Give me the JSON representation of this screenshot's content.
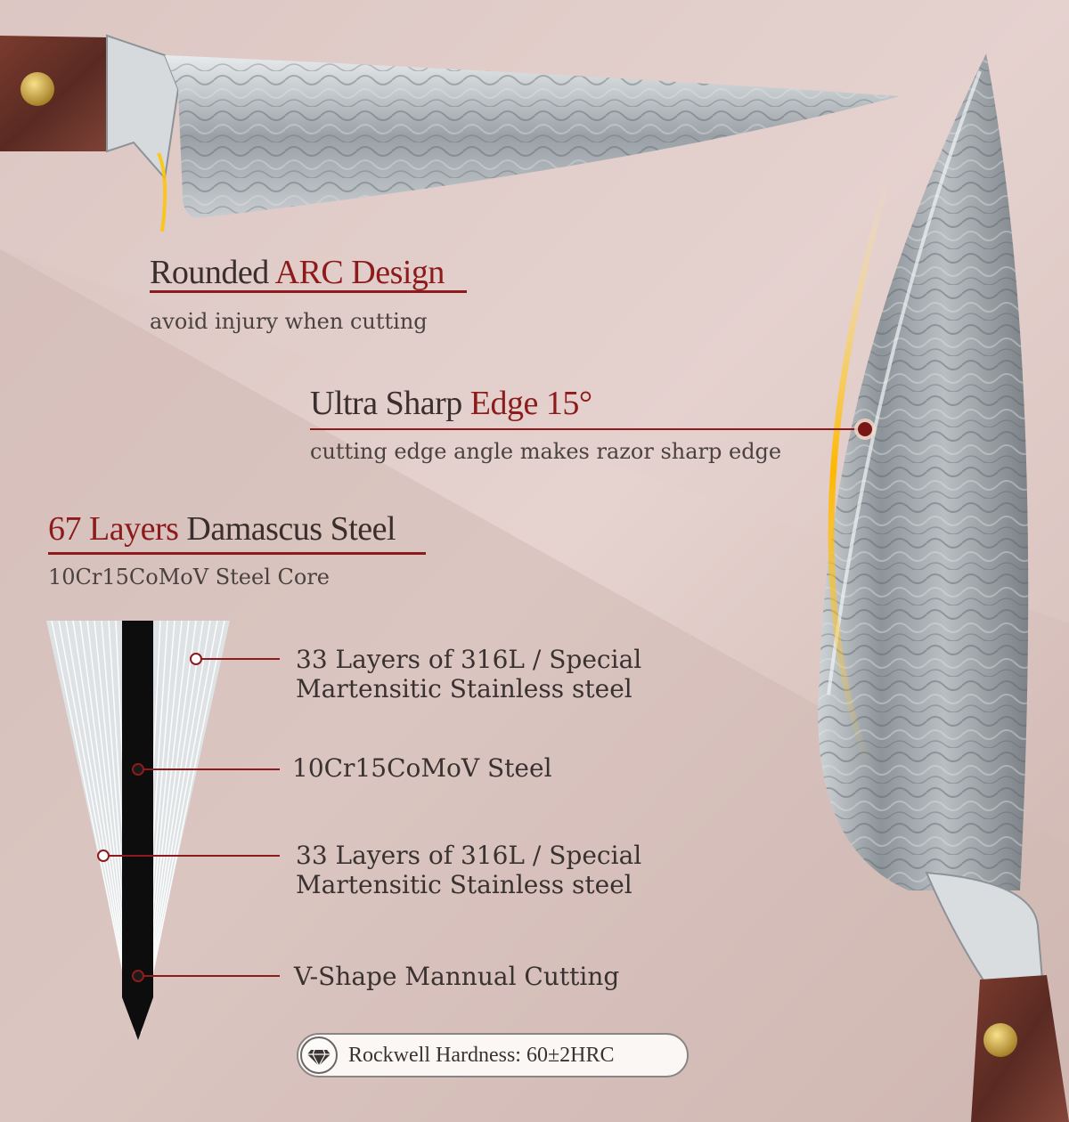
{
  "features": {
    "arc": {
      "title_main": "Rounded ",
      "title_accent": "ARC Design",
      "subtitle": "avoid injury when cutting"
    },
    "edge": {
      "title_main": "Ultra Sharp ",
      "title_accent": "Edge 15°",
      "subtitle": "cutting edge angle makes razor sharp edge"
    },
    "steel": {
      "title_accent": "67 Layers",
      "title_main": " Damascus Steel",
      "subtitle": "10Cr15CoMoV Steel Core"
    }
  },
  "layers": {
    "outer_top": {
      "line1": "33 Layers of 316L / Special",
      "line2": "Martensitic Stainless steel"
    },
    "core": {
      "label": "10Cr15CoMoV Steel"
    },
    "outer_bottom": {
      "line1": "33 Layers of 316L / Special",
      "line2": "Martensitic Stainless steel"
    },
    "edge": {
      "label": "V-Shape Mannual Cutting"
    }
  },
  "badge": {
    "text": "Rockwell Hardness: 60±2HRC",
    "icon": "diamond-icon"
  },
  "colors": {
    "accent": "#8e1b1b",
    "text": "#3a2f2c",
    "background": "#dcc6c1",
    "gold": "#f5b300"
  }
}
